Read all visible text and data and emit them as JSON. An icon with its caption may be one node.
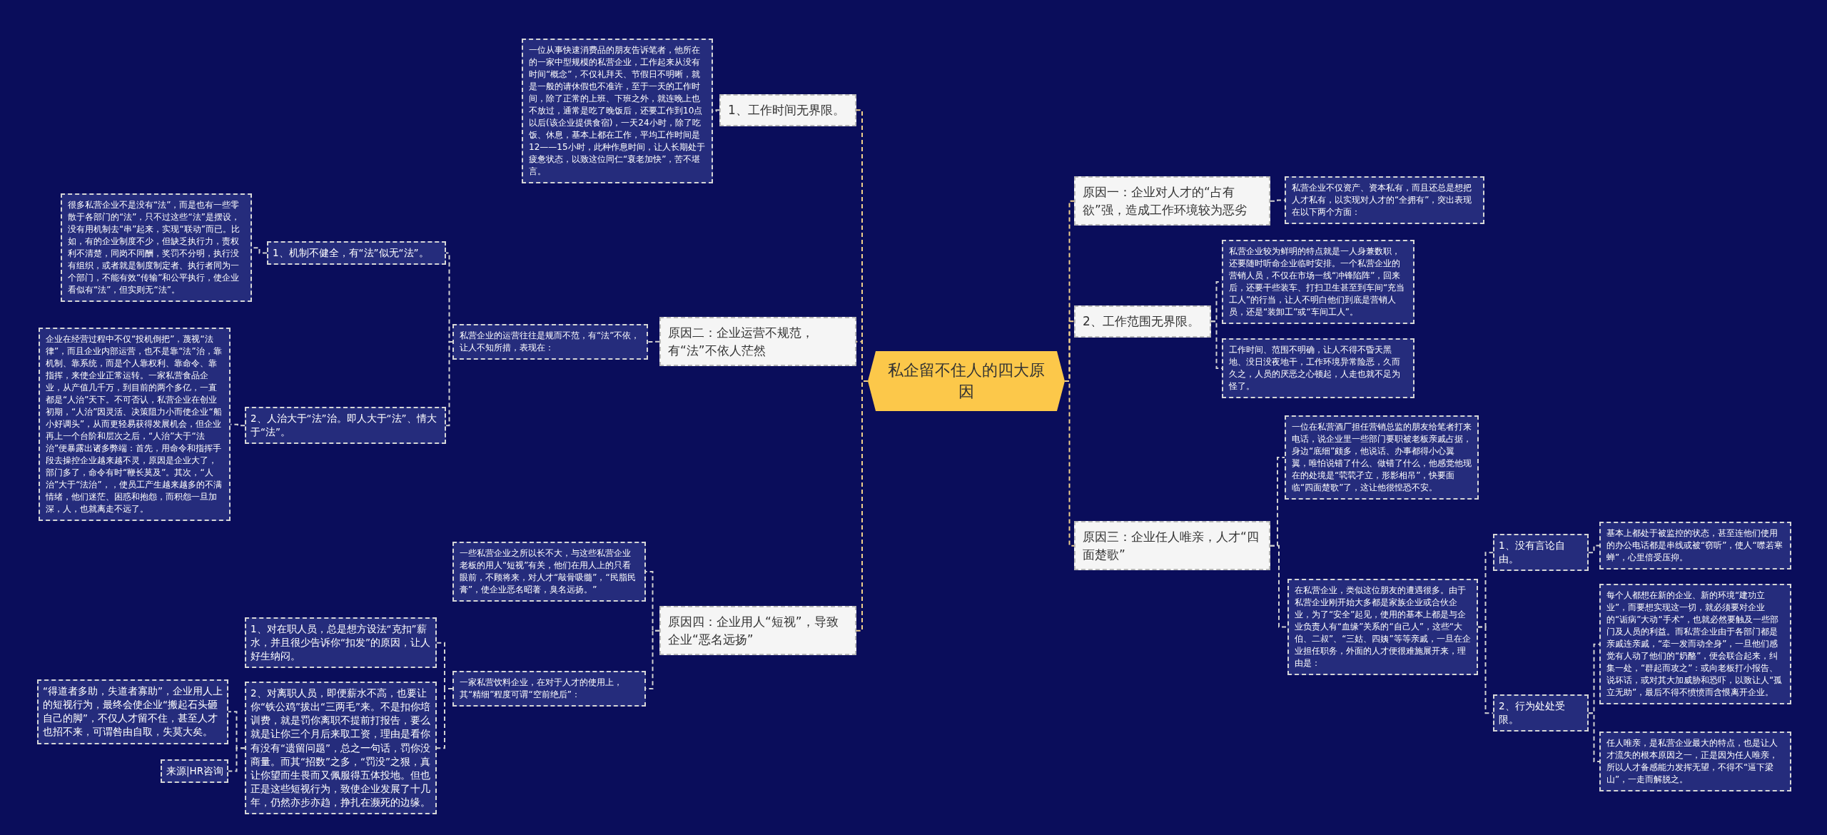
{
  "diagram": {
    "nodes": [
      {
        "text": [
          "私企留不住人的四大原因"
        ]
      },
      {
        "text": [
          "1、工作时间无界限。"
        ]
      },
      {
        "text": [
          "一位从事快速消费品的朋友告诉笔者，他所在的一家中型规模的私营企业，工作起来从没有时间“概念”，不仅礼拜天、节假日不明晰，就是一般的请休假也不准许，至于一天的工作时间，除了正常的上班、下班之外，就连晚上也不放过，通常是吃了晚饭后，还要工作到10点以后(该企业提供食宿)，一天24小时，除了吃饭、休息，基本上都在工作，平均工作时间是12——15小时，此种作息时间，让人长期处于疲惫状态，以致这位同仁“衰老加快”，苦不堪言。"
        ]
      },
      {
        "text": [
          "原因一：企业对人才的“占有欲”强，造成工作环境较为恶劣"
        ]
      },
      {
        "text": [
          "私营企业不仅资产、资本私有，而且还总是想把人才私有，以实现对人才的“全拥有”，突出表现在以下两个方面："
        ]
      },
      {
        "text": [
          "2、工作范围无界限。"
        ]
      },
      {
        "text": [
          "私营企业较为鲜明的特点就是一人身兼数职，还要随时听命企业临时安排。一个私营企业的营销人员，不仅在市场一线“冲锋陷阵”，回来后，还要干些装车、打扫卫生甚至到车间“充当工人”的行当，让人不明白他们到底是营销人员，还是“装卸工”或“车间工人”。"
        ]
      },
      {
        "text": [
          "工作时间、范围不明确，让人不得不昏天黑地、没日没夜地干，工作环境异常险恶，久而久之，人员的厌恶之心顿起，人走也就不足为怪了。"
        ]
      },
      {
        "text": [
          "原因二：企业运营不规范，有“法”不依人茫然"
        ]
      },
      {
        "text": [
          "私营企业的运营往往是规而不范，有“法”不依，让人不知所措，表现在："
        ]
      },
      {
        "text": [
          "1、机制不健全，有“法”似无“法”。"
        ]
      },
      {
        "text": [
          "很多私营企业不是没有“法”，而是也有一些零散于各部门的“法”，只不过这些“法”是摆设，没有用机制去“串”起来，实现“联动”而已。比如，有的企业制度不少，但缺乏执行力，责权利不清楚，同岗不同酬，奖罚不分明，执行没有组织，或者就是制度制定者、执行者同为一个部门，不能有效“传输”和公平执行，使企业看似有“法”，但实则无“法”。"
        ]
      },
      {
        "text": [
          "2、人治大于“法”治。即人大于“法”、情大于“法”。"
        ]
      },
      {
        "text": [
          "企业在经营过程中不仅“投机倒把”，蔑视“法律”，而且企业内部运营，也不是靠“法”治，靠机制、靠系统，而是个人靠权利、靠命令、靠指挥，来使企业正常运转。一家私营食品企业，从产值几千万，到目前的两个多亿，一直都是“人治”天下。不可否认，私营企业在创业初期，“人治”因灵活、决策阻力小而使企业“船小好调头”，从而更轻易获得发展机会，但企业再上一个台阶和层次之后，“人治”大于“法治”便暴露出诸多弊端：首先，用命令和指挥手段去操控企业越来越不灵，原因是企业大了，部门多了，命令有时“鞭长莫及”。其次，“人治”大于“法治”，，使员工产生越来越多的不满情绪，他们迷茫、困惑和抱怨，而积怨一旦加深，人，也就离走不远了。"
        ]
      },
      {
        "text": [
          "原因三：企业任人唯亲，人才“四面楚歌”"
        ]
      },
      {
        "text": [
          "一位在私营酒厂担任营销总监的朋友给笔者打来电话，说企业里一些部门要职被老板亲戚占据，身边“底细”颇多，他说话、办事都得小心翼翼，唯怕说错了什么、做错了什么，他感觉他现在的处境是“茕茕孑立，形影相吊”，快要面临“四面楚歌”了，这让他很惶恐不安。"
        ]
      },
      {
        "text": [
          "在私营企业，类似这位朋友的遭遇很多。由于私营企业刚开始大多都是家族企业或合伙企业，为了“安全”起见，使用的基本上都是与企业负责人有“血缘”关系的“自己人”，这些“大伯、二叔”、“三姑、四姨”等等亲戚，一旦在企业担任职务，外面的人才便很难施展开来，理由是："
        ]
      },
      {
        "text": [
          "1、没有言论自由。"
        ]
      },
      {
        "text": [
          "基本上都处于被监控的状态，甚至连他们使用的办公电话都是串线或被“窃听”，使人“噤若寒蝉”，心里倍受压抑。"
        ]
      },
      {
        "text": [
          "2、行为处处受限。"
        ]
      },
      {
        "text": [
          "每个人都想在新的企业、新的环境“建功立业”，而要想实现这一切，就必须要对企业的“诟病”大动“手术”，也就必然要触及一些部门及人员的利益。而私营企业由于各部门都是亲戚连亲戚，“牵一发而动全身”，一旦他们感觉有人动了他们的“奶酪”，便会联合起来，纠集一处，“群起而攻之”：或向老板打小报告、说坏话，或对其大加威胁和恐吓，以致让人“孤立无助”，最后不得不愤愤而含恨离开企业。"
        ]
      },
      {
        "text": [
          "任人唯亲，是私营企业最大的特点，也是让人才流失的根本原因之一，正是因为任人唯亲，所以人才备感能力发挥无望，不得不“逼下梁山”，一走而解脱之。"
        ]
      },
      {
        "text": [
          "原因四：企业用人“短视”，导致企业“恶名远扬”"
        ]
      },
      {
        "text": [
          "一些私营企业之所以长不大，与这些私营企业老板的用人“短视”有关，他们在用人上的只看眼前，不顾将来，对人才“敲骨吸髓”，“民脂民膏”，使企业恶名昭著，臭名远扬。”"
        ]
      },
      {
        "text": [
          "一家私营饮料企业，在对于人才的使用上，其“精细”程度可谓“空前绝后”："
        ]
      },
      {
        "text": [
          "1、对在职人员，总是想方设法“克扣”薪水，并且很少告诉你“扣发”的原因，让人好生纳闷。"
        ]
      },
      {
        "text": [
          "2、对离职人员，即便薪水不高，也要让你“铁公鸡”拔出“三两毛”来。不是扣你培训费，就是罚你离职不提前打报告，要么就是让你三个月后来取工资，理由是看你有没有“遗留问题”，总之一句话，罚你没商量。而其“招数”之多，“罚没”之狠，真让你望而生畏而又佩服得五体投地。但也正是这些短视行为，致使企业发展了十几年，仍然亦步亦趋，挣扎在濒死的边缘。"
        ]
      },
      {
        "text": [
          "“得道者多助，失道者寡助”，企业用人上的短视行为，最终会使企业“搬起石头砸自己的脚”，不仅人才留不住，甚至人才也招不来，可谓咎由自取，失莫大矣。"
        ]
      },
      {
        "text": [
          "来源|HR咨询"
        ]
      }
    ],
    "edges": [
      {
        "from": 0,
        "to": 1,
        "arrow": "none",
        "style": "dashed",
        "color": "#f0d08c"
      },
      {
        "from": 1,
        "to": 2,
        "arrow": "none",
        "style": "dashed"
      },
      {
        "from": 0,
        "to": 3,
        "arrow": "none",
        "style": "dashed",
        "color": "#f0d08c"
      },
      {
        "from": 3,
        "to": 4,
        "arrow": "none",
        "style": "dashed"
      },
      {
        "from": 0,
        "to": 5,
        "arrow": "none",
        "style": "dashed",
        "color": "#f0d08c"
      },
      {
        "from": 5,
        "to": 6,
        "arrow": "none",
        "style": "dashed"
      },
      {
        "from": 5,
        "to": 7,
        "arrow": "none",
        "style": "dashed"
      },
      {
        "from": 0,
        "to": 8,
        "arrow": "none",
        "style": "dashed",
        "color": "#f0d08c"
      },
      {
        "from": 8,
        "to": 9,
        "arrow": "none",
        "style": "dashed"
      },
      {
        "from": 9,
        "to": 10,
        "arrow": "none",
        "style": "dashed"
      },
      {
        "from": 10,
        "to": 11,
        "arrow": "none",
        "style": "dashed"
      },
      {
        "from": 9,
        "to": 12,
        "arrow": "none",
        "style": "dashed"
      },
      {
        "from": 12,
        "to": 13,
        "arrow": "none",
        "style": "dashed"
      },
      {
        "from": 0,
        "to": 14,
        "arrow": "none",
        "style": "dashed",
        "color": "#f0d08c"
      },
      {
        "from": 14,
        "to": 15,
        "arrow": "none",
        "style": "dashed"
      },
      {
        "from": 14,
        "to": 16,
        "arrow": "none",
        "style": "dashed"
      },
      {
        "from": 16,
        "to": 17,
        "arrow": "none",
        "style": "dashed"
      },
      {
        "from": 17,
        "to": 18,
        "arrow": "none",
        "style": "dashed"
      },
      {
        "from": 16,
        "to": 19,
        "arrow": "none",
        "style": "dashed"
      },
      {
        "from": 19,
        "to": 20,
        "arrow": "none",
        "style": "dashed"
      },
      {
        "from": 19,
        "to": 21,
        "arrow": "none",
        "style": "dashed"
      },
      {
        "from": 0,
        "to": 22,
        "arrow": "none",
        "style": "dashed",
        "color": "#f0d08c"
      },
      {
        "from": 22,
        "to": 23,
        "arrow": "none",
        "style": "dashed"
      },
      {
        "from": 22,
        "to": 24,
        "arrow": "none",
        "style": "dashed"
      },
      {
        "from": 24,
        "to": 25,
        "arrow": "none",
        "style": "dashed"
      },
      {
        "from": 24,
        "to": 26,
        "arrow": "none",
        "style": "dashed"
      },
      {
        "from": 26,
        "to": 27,
        "arrow": "none",
        "style": "dashed"
      },
      {
        "from": 26,
        "to": 28,
        "arrow": "none",
        "style": "dashed"
      }
    ]
  }
}
